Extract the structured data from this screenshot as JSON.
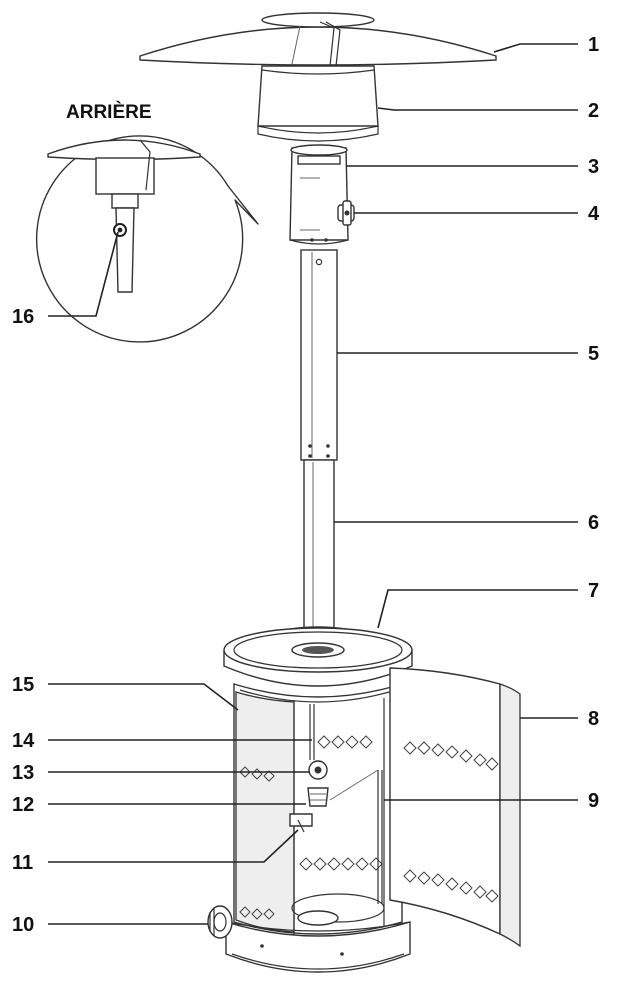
{
  "callout": {
    "title": "ARRIÈRE",
    "number": "16"
  },
  "labels": [
    "1",
    "2",
    "3",
    "4",
    "5",
    "6",
    "7",
    "8",
    "9",
    "10",
    "11",
    "12",
    "13",
    "14",
    "15"
  ]
}
